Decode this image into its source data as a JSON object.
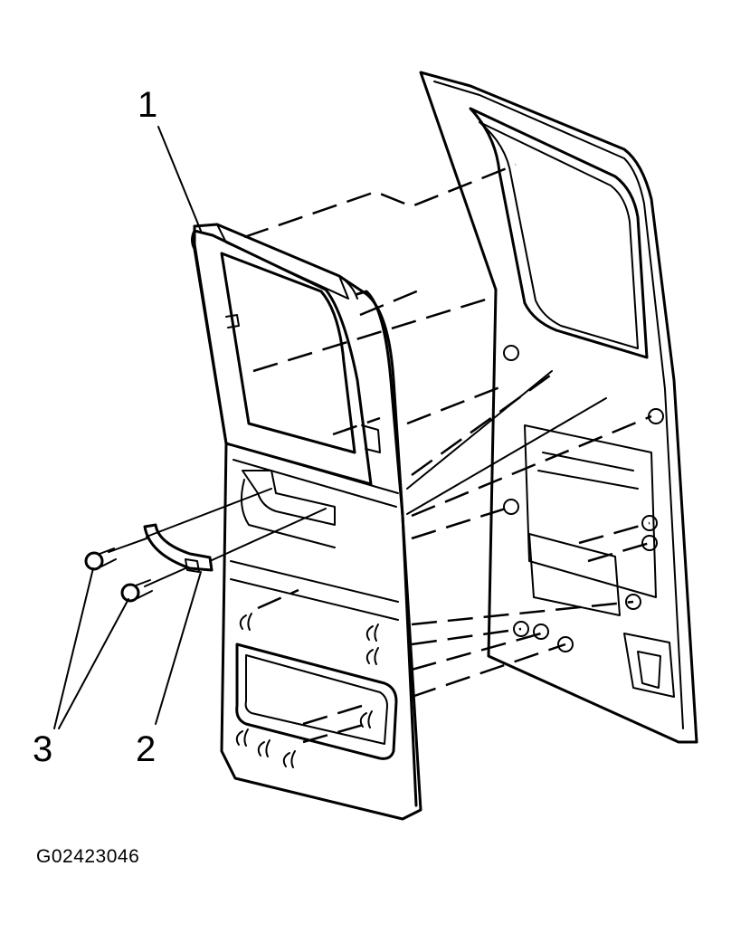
{
  "callouts": {
    "c1": "1",
    "c2": "2",
    "c3": "3"
  },
  "figure_id": "G02423046",
  "colors": {
    "line": "#000000",
    "background": "#ffffff"
  }
}
